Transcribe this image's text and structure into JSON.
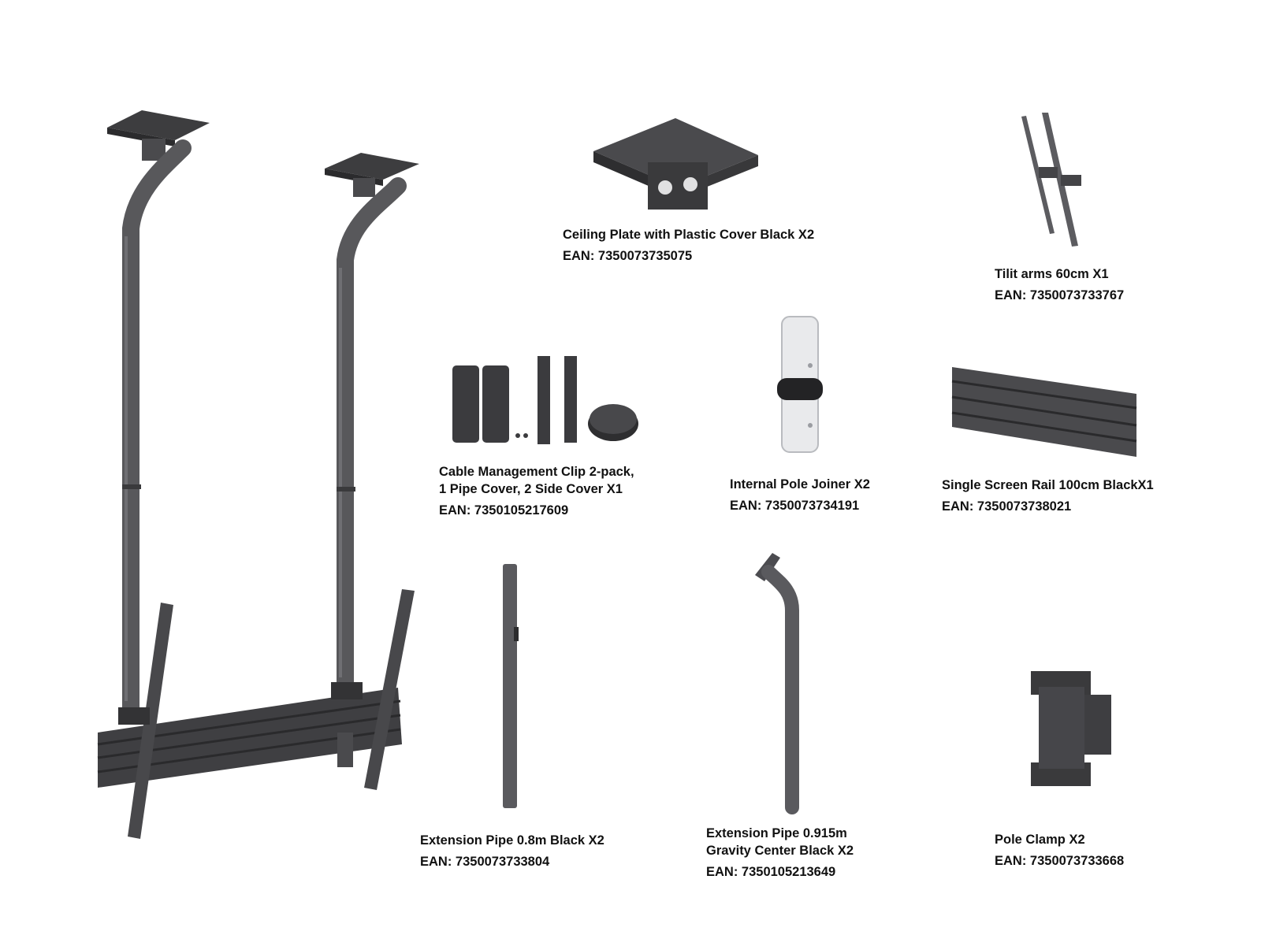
{
  "colors": {
    "metal_dark": "#3d3d3f",
    "metal_mid": "#58585b",
    "metal_light": "#7a7a7e",
    "joiner_white": "#e9eaec",
    "text": "#111111",
    "background": "#ffffff"
  },
  "products": [
    {
      "id": "ceiling-plate",
      "lines": [
        "Ceiling Plate with Plastic Cover Black X2"
      ],
      "ean": "EAN: 7350073735075",
      "icon": "ceiling-plate-icon"
    },
    {
      "id": "tilt-arms",
      "lines": [
        "Tilit arms 60cm X1"
      ],
      "ean": "EAN: 7350073733767",
      "icon": "tilt-arms-icon"
    },
    {
      "id": "cable-clip",
      "lines": [
        "Cable Management Clip 2-pack,",
        "1 Pipe Cover, 2 Side Cover X1"
      ],
      "ean": "EAN: 7350105217609",
      "icon": "cable-clip-icon"
    },
    {
      "id": "pole-joiner",
      "lines": [
        "Internal Pole Joiner X2"
      ],
      "ean": "EAN: 7350073734191",
      "icon": "pole-joiner-icon"
    },
    {
      "id": "screen-rail",
      "lines": [
        "Single Screen Rail 100cm BlackX1"
      ],
      "ean": "EAN: 7350073738021",
      "icon": "screen-rail-icon"
    },
    {
      "id": "extension-pipe",
      "lines": [
        "Extension Pipe 0.8m Black X2"
      ],
      "ean": "EAN: 7350073733804",
      "icon": "extension-pipe-icon"
    },
    {
      "id": "gravity-pipe",
      "lines": [
        "Extension Pipe 0.915m",
        "Gravity Center Black X2"
      ],
      "ean": "EAN: 7350105213649",
      "icon": "gravity-pipe-icon"
    },
    {
      "id": "pole-clamp",
      "lines": [
        "Pole Clamp X2"
      ],
      "ean": "EAN: 7350073733668",
      "icon": "pole-clamp-icon"
    }
  ]
}
